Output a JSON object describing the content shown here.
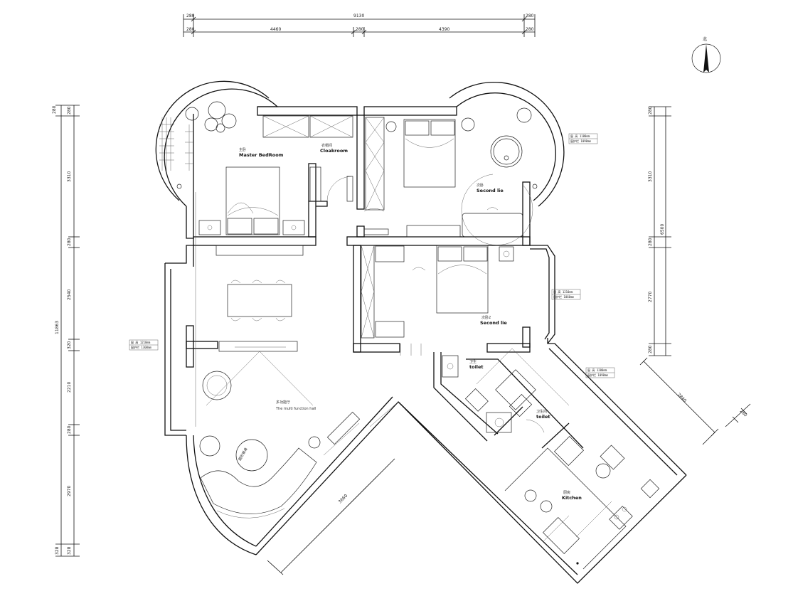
{
  "dimensions": {
    "top_total": "9130",
    "top_left_offset": "280",
    "top_right_offset": "280",
    "top_seg_1": "4460",
    "top_seg_mid": "280",
    "top_seg_2": "4390",
    "top_seg_left": "280",
    "top_seg_right": "280",
    "left_total": "11863",
    "left_segs": [
      "280",
      "3310",
      "280",
      "2540",
      "320",
      "2210",
      "280",
      "2970",
      "328"
    ],
    "left_inner_segs": [
      "280",
      "3310",
      "280",
      "2540",
      "320",
      "2210",
      "280",
      "2970",
      "328"
    ],
    "right_total": "6500",
    "right_segs": [
      "280",
      "3310",
      "280",
      "2770",
      "280"
    ],
    "diag_right": "2840",
    "diag_right_small": "280",
    "diag_bottom": "3660"
  },
  "compass": {
    "label": "北"
  },
  "rooms": {
    "master_cn": "主卧",
    "master_en": "Master BedRoom",
    "closet_cn": "衣帽间",
    "closet_en": "Cloakroom",
    "second_cn": "次卧",
    "second_en": "Second lie",
    "second2_cn": "次卧2",
    "second2_en": "Second lie",
    "toilet1_cn": "卫生",
    "toilet1_en": "toilet",
    "toilet2_cn": "卫生间",
    "toilet2_en": "toilet",
    "kitchen_cn": "厨房",
    "kitchen_en": "Kitchen",
    "hall_cn": "多功能厅",
    "hall_en": "The multi function hall",
    "round_table": "圆形餐桌"
  },
  "tags": {
    "t1_a": "窗  高  1180mm",
    "t1_b": "窗护栏  1090mm",
    "t2_a": "窗  高  1210mm",
    "t2_b": "窗护栏  1060mm",
    "t3_a": "窗  高  1210mm",
    "t3_b": "窗护栏  1300mm",
    "t4_a": "窗  高  1200mm",
    "t4_b": "窗护栏  1090mm"
  }
}
